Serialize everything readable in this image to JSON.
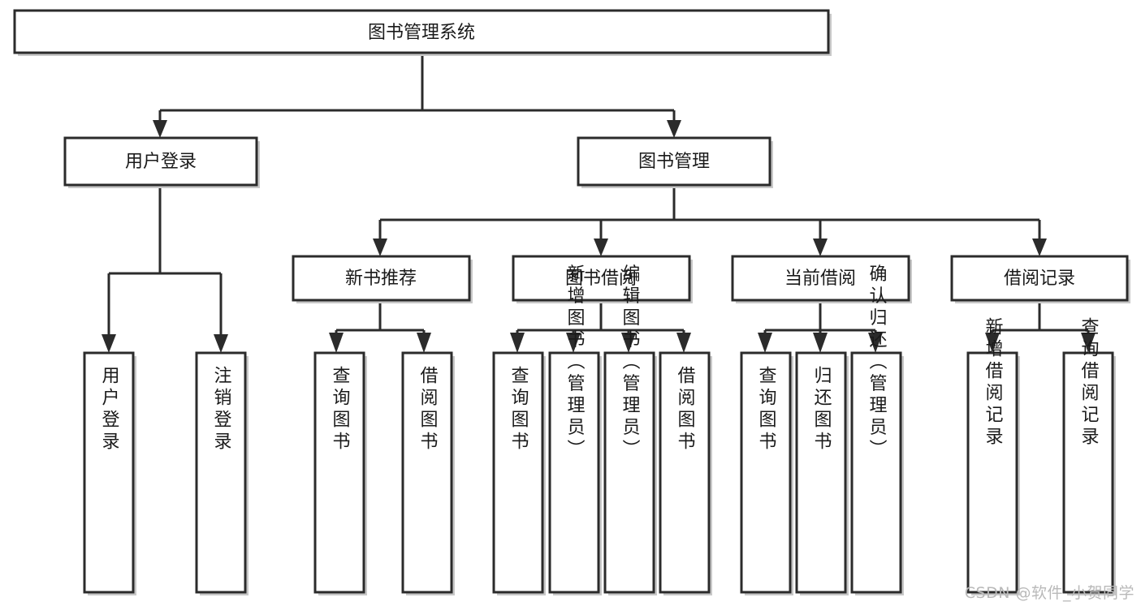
{
  "diagram": {
    "type": "tree-hierarchy",
    "title": "图书管理系统",
    "watermark": "CSDN @软件_小贺同学",
    "colors": {
      "box_fill": "#ffffff",
      "box_stroke": "#2b2b2b",
      "line": "#2b2b2b",
      "text": "#1a1a1a",
      "watermark": "#b9b9b9",
      "background": "#ffffff"
    },
    "root": {
      "label": "图书管理系统",
      "orientation": "horizontal"
    },
    "level2": [
      {
        "label": "用户登录",
        "orientation": "horizontal"
      },
      {
        "label": "图书管理",
        "orientation": "horizontal"
      }
    ],
    "level3": [
      {
        "label": "新书推荐",
        "orientation": "horizontal",
        "parent": "图书管理"
      },
      {
        "label": "图书借阅",
        "orientation": "horizontal",
        "parent": "图书管理"
      },
      {
        "label": "当前借阅",
        "orientation": "horizontal",
        "parent": "图书管理"
      },
      {
        "label": "借阅记录",
        "orientation": "horizontal",
        "parent": "图书管理"
      }
    ],
    "leaves": [
      {
        "label": "用户登录",
        "orientation": "vertical",
        "parent": "用户登录"
      },
      {
        "label": "注销登录",
        "orientation": "vertical",
        "parent": "用户登录"
      },
      {
        "label": "查询图书",
        "orientation": "vertical",
        "parent": "新书推荐"
      },
      {
        "label": "借阅图书",
        "orientation": "vertical",
        "parent": "新书推荐"
      },
      {
        "label": "查询图书",
        "orientation": "vertical",
        "parent": "图书借阅"
      },
      {
        "label": "新增图书（管理员）",
        "orientation": "vertical",
        "parent": "图书借阅"
      },
      {
        "label": "编辑图书（管理员）",
        "orientation": "vertical",
        "parent": "图书借阅"
      },
      {
        "label": "借阅图书",
        "orientation": "vertical",
        "parent": "图书借阅"
      },
      {
        "label": "查询图书",
        "orientation": "vertical",
        "parent": "当前借阅"
      },
      {
        "label": "归还图书",
        "orientation": "vertical",
        "parent": "当前借阅"
      },
      {
        "label": "确认归还（管理员）",
        "orientation": "vertical",
        "parent": "当前借阅"
      },
      {
        "label": "新增借阅记录",
        "orientation": "vertical",
        "parent": "借阅记录"
      },
      {
        "label": "查询借阅记录",
        "orientation": "vertical",
        "parent": "借阅记录"
      }
    ]
  }
}
